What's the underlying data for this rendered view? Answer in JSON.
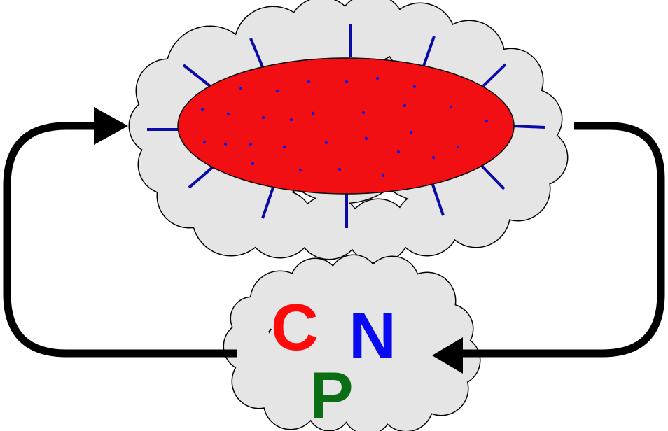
{
  "colors": {
    "cell_fill": "#f20f14",
    "cell_stroke": "#000000",
    "flagella": "#0a0aa8",
    "dots": "#1414e6",
    "cloud_fill": "#e5e5e5",
    "cloud_stroke": "#000000",
    "arrow": "#000000"
  },
  "nutrients": {
    "c": {
      "label": "C",
      "color": "#ff0a0a"
    },
    "n": {
      "label": "N",
      "color": "#0a0af0"
    },
    "p": {
      "label": "P",
      "color": "#0b6e14"
    }
  }
}
